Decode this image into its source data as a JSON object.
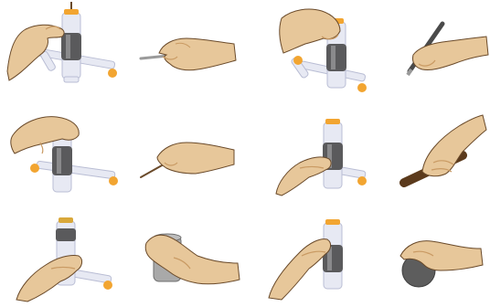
{
  "colors": {
    "skin": "#e7c79a",
    "skin_shadow": "#c99a63",
    "outline": "#6a4a2a",
    "orange": "#f2a531",
    "tube": "#e7e9f3",
    "tube_shadow": "#b9bdd4",
    "grip_dark": "#5a5a5c",
    "grip_light": "#8a8a8c",
    "cap": "#d9a83a",
    "pen": "#9a9a9a",
    "brush": "#4a4a4a",
    "stick": "#5b3a1c",
    "can": "#a9a9a9",
    "ball": "#5d5d5d"
  },
  "panels": [
    {
      "row": 1,
      "col": 1,
      "grasp": "device-pinch-top",
      "icon": "device-with-hand-icon"
    },
    {
      "row": 1,
      "col": 2,
      "grasp": "writing-tripod",
      "icon": "hand-holding-pen-icon"
    },
    {
      "row": 1,
      "col": 3,
      "grasp": "device-palmar-top",
      "icon": "device-with-hand-icon"
    },
    {
      "row": 1,
      "col": 4,
      "grasp": "brush-grip",
      "icon": "hand-holding-brush-icon"
    },
    {
      "row": 2,
      "col": 1,
      "grasp": "device-top-grip",
      "icon": "device-with-hand-icon"
    },
    {
      "row": 2,
      "col": 2,
      "grasp": "pencil-pinch",
      "icon": "hand-holding-pencil-icon"
    },
    {
      "row": 2,
      "col": 3,
      "grasp": "device-side-grip",
      "icon": "device-with-hand-icon"
    },
    {
      "row": 2,
      "col": 4,
      "grasp": "power-grip-stick",
      "icon": "hand-holding-stick-icon"
    },
    {
      "row": 3,
      "col": 1,
      "grasp": "device-cylinder-grip",
      "icon": "device-with-hand-icon"
    },
    {
      "row": 3,
      "col": 2,
      "grasp": "can-grip",
      "icon": "hand-holding-can-icon"
    },
    {
      "row": 3,
      "col": 3,
      "grasp": "device-lateral-grip",
      "icon": "device-with-hand-icon"
    },
    {
      "row": 3,
      "col": 4,
      "grasp": "spherical-grip",
      "icon": "hand-holding-ball-icon"
    }
  ]
}
